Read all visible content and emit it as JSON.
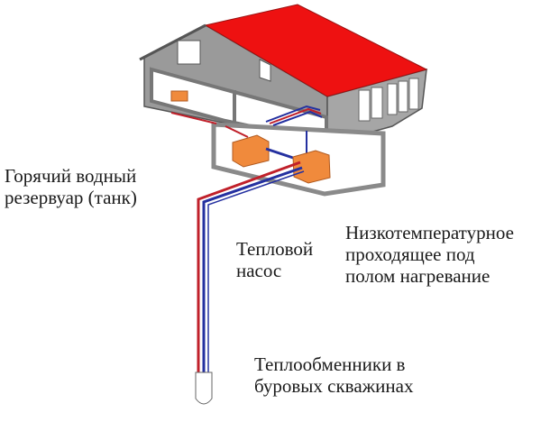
{
  "labels": {
    "tank": [
      "Горячий водный",
      "резервуар (танк)"
    ],
    "pump": [
      "Тепловой",
      "насос"
    ],
    "floor_heating": [
      "Низкотемпературное",
      "проходящее под",
      "полом нагревание"
    ],
    "exchangers": [
      "Теплообменники в",
      "буровых скважинах"
    ]
  },
  "colors": {
    "roof": "#ee1111",
    "wall": "#9a9a9a",
    "unit": "#f08a3c",
    "hot_pipe": "#c0202a",
    "cold_pipe": "#2430a0"
  }
}
